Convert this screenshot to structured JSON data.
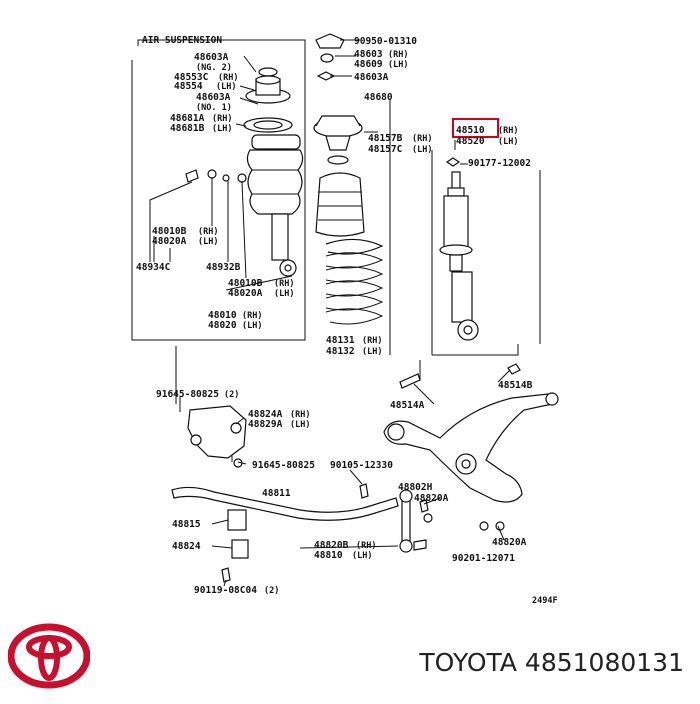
{
  "diagram": {
    "header": "AIR SUSPENSION",
    "corner_code": "2494F",
    "highlight_color": "#d0021b",
    "brand_color": "#c8102e",
    "parts": {
      "p48603A_1": "48603A",
      "pNG2": "(NG. 2)",
      "p48553C": "48553C",
      "p48553C_rh": "(RH)",
      "p48554": "48554",
      "p48554_lh": "(LH)",
      "p48603A_2": "48603A",
      "pNO1": "(NO. 1)",
      "p48681A": "48681A",
      "p48681A_rh": "(RH)",
      "p48681B": "48681B",
      "p48681B_lh": "(LH)",
      "p90950": "90950-01310",
      "p48603": "48603",
      "p48603_rh": "(RH)",
      "p48609": "48609",
      "p48609_lh": "(LH)",
      "p48603A_3": "48603A",
      "p48680": "48680",
      "p48157B": "48157B",
      "p48157B_rh": "(RH)",
      "p48157C": "48157C",
      "p48157C_lh": "(LH)",
      "p48510": "48510",
      "p48510_rh": "(RH)",
      "p48520": "48520",
      "p48520_lh": "(LH)",
      "p90177": "90177-12002",
      "p48010B_1": "48010B",
      "p48010B_1_rh": "(RH)",
      "p48020A_1": "48020A",
      "p48020A_1_lh": "(LH)",
      "p48934C": "48934C",
      "p48932B": "48932B",
      "p48010B_2": "48010B",
      "p48010B_2_rh": "(RH)",
      "p48020A_2": "48020A",
      "p48020A_2_lh": "(LH)",
      "p48010": "48010",
      "p48010_rh": "(RH)",
      "p48020": "48020",
      "p48020_lh": "(LH)",
      "p48131": "48131",
      "p48131_rh": "(RH)",
      "p48132": "48132",
      "p48132_lh": "(LH)",
      "p48514B": "48514B",
      "p91645_1": "91645-80825",
      "p91645_1_qty": "(2)",
      "p48824A": "48824A",
      "p48824A_rh": "(RH)",
      "p48829A": "48829A",
      "p48829A_lh": "(LH)",
      "p48514A": "48514A",
      "p91645_2": "91645-80825",
      "p90105": "90105-12330",
      "p48811": "48811",
      "p48802H": "48802H",
      "p48820A_1": "48820A",
      "p48815": "48815",
      "p48820A_2": "48820A",
      "p48820B": "48820B",
      "p48820B_rh": "(RH)",
      "p48810": "48810",
      "p48810_lh": "(LH)",
      "p48824": "48824",
      "p90201": "90201-12071",
      "p90119": "90119-08C04",
      "p90119_qty": "(2)"
    }
  },
  "caption": "TOYOTA 4851080131"
}
